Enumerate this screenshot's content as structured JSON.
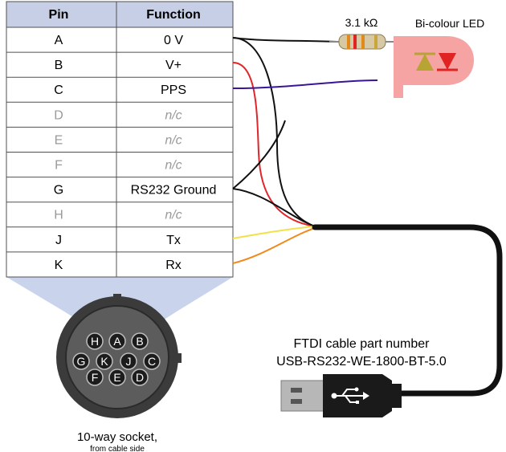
{
  "table": {
    "header_pin": "Pin",
    "header_function": "Function",
    "rows": [
      {
        "pin": "A",
        "function": "0 V",
        "connected": true
      },
      {
        "pin": "B",
        "function": "V+",
        "connected": true
      },
      {
        "pin": "C",
        "function": "PPS",
        "connected": true
      },
      {
        "pin": "D",
        "function": "n/c",
        "connected": false
      },
      {
        "pin": "E",
        "function": "n/c",
        "connected": false
      },
      {
        "pin": "F",
        "function": "n/c",
        "connected": false
      },
      {
        "pin": "G",
        "function": "RS232 Ground",
        "connected": true
      },
      {
        "pin": "H",
        "function": "n/c",
        "connected": false
      },
      {
        "pin": "J",
        "function": "Tx",
        "connected": true
      },
      {
        "pin": "K",
        "function": "Rx",
        "connected": true
      }
    ]
  },
  "socket": {
    "pins": [
      "H",
      "A",
      "B",
      "G",
      "K",
      "J",
      "C",
      "F",
      "E",
      "D"
    ],
    "caption_main": "10-way socket,",
    "caption_sub": "from cable side"
  },
  "resistor": {
    "label": "3.1 kΩ"
  },
  "led": {
    "label": "Bi-colour LED"
  },
  "cable": {
    "label_line1": "FTDI cable part number",
    "label_line2": "USB-RS232-WE-1800-BT-5.0"
  },
  "wires": {
    "black": "#111111",
    "red": "#e0262a",
    "purple": "#3a1596",
    "yellow": "#f0e24a",
    "orange": "#f08a1c"
  },
  "colors": {
    "table_header_bg": "#c6cfe6",
    "table_border": "#505050",
    "nc_text": "#9a9a9a",
    "socket_fan": "#c9d4ec",
    "led_body": "#f6a3a3",
    "led_green": "#b8a335",
    "led_red": "#e02424",
    "usb_plug": "#b7b7b7"
  },
  "icons": [
    "usb-icon",
    "led-diode-icon",
    "resistor-icon"
  ]
}
